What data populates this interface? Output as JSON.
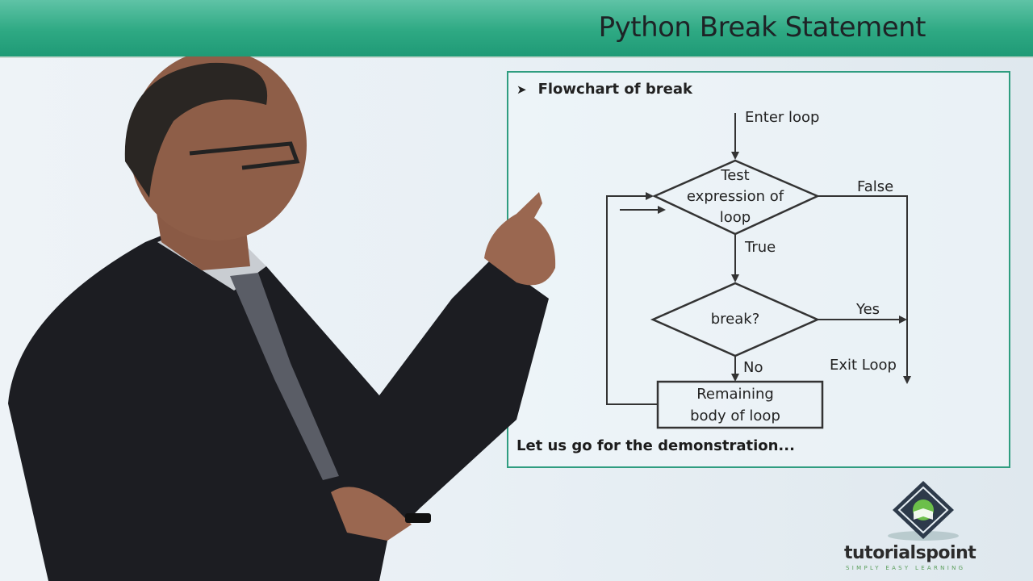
{
  "header": {
    "title": "Python Break Statement"
  },
  "flowchart": {
    "heading": "Flowchart of break",
    "bullet_icon": "arrow-bullet-icon",
    "enter_label": "Enter loop",
    "test_node_lines": [
      "Test",
      "expression of",
      "loop"
    ],
    "false_label": "False",
    "true_label": "True",
    "break_node": "break?",
    "yes_label": "Yes",
    "no_label": "No",
    "exit_label": "Exit Loop",
    "body_node_lines": [
      "Remaining",
      "body of loop"
    ],
    "footer_text": "Let us go for the demonstration..."
  },
  "logo": {
    "wordmark_left": "tutorials",
    "wordmark_right": "point",
    "tagline": "SIMPLY EASY LEARNING"
  },
  "colors": {
    "header": "#2ea983",
    "panel_border": "#2f9d80",
    "arrow": "#333333",
    "slide_bg": "#e6eef3"
  }
}
